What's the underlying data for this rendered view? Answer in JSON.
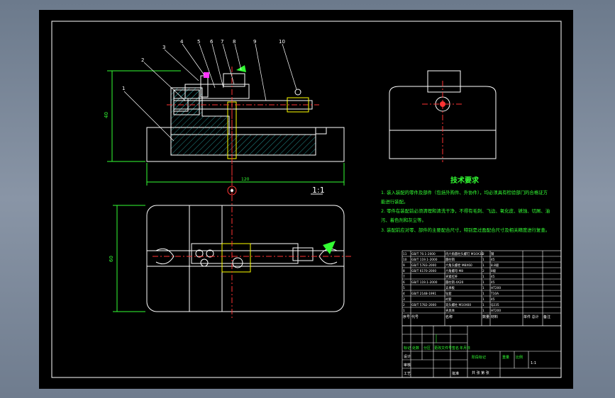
{
  "drawing": {
    "balloon_numbers": [
      "1",
      "2",
      "3",
      "4",
      "5",
      "6",
      "7",
      "8",
      "9",
      "10"
    ],
    "dim_width": "120",
    "dim_height_front": "40",
    "dim_height_plan": "60",
    "scale_mark": "1:1"
  },
  "tech": {
    "title": "技术要求",
    "lines": [
      "1. 装入装配的零件及部件（包括外购件、外协件），均必须具有检验部门的合格证方",
      "能进行装配。",
      "2. 零件在装配前必须清理和清洗干净，不得有毛刺、飞边、氧化皮、锈蚀、切屑、油",
      "污、着色剂和灰尘等。",
      "3. 装配前应对零、部件的主要配合尺寸，特别是过盈配合尺寸及相关精度进行复查。"
    ]
  },
  "bom": {
    "rows": [
      [
        "11",
        "GB/T 70.1-2000",
        "内六角圆柱头螺钉 M10X30",
        "2",
        "钢",
        "",
        ""
      ],
      [
        "10",
        "GB/T 119.1-2000",
        "圆柱销",
        "1",
        "45",
        "",
        ""
      ],
      [
        "9",
        "GB/T 5783-2000",
        "六角头螺栓 M8X60",
        "1",
        "8.8级",
        "",
        ""
      ],
      [
        "8",
        "GB/T 6170-2000",
        "六角螺母 M8",
        "2",
        "8级",
        "",
        ""
      ],
      [
        "7",
        "",
        "夹紧杠杆",
        "1",
        "45",
        "",
        ""
      ],
      [
        "6",
        "GB/T 119.1-2000",
        "圆柱销 4X20",
        "1",
        "45",
        "",
        ""
      ],
      [
        "5",
        "",
        "支承板",
        "1",
        "HT200",
        "",
        ""
      ],
      [
        "4",
        "GB/T 2148-1991",
        "钻套",
        "1",
        "T10A",
        "",
        ""
      ],
      [
        "3",
        "",
        "衬套",
        "1",
        "45",
        "",
        ""
      ],
      [
        "2",
        "GB/T 5782-2000",
        "双头螺柱 M10X60",
        "1",
        "Q235",
        "",
        ""
      ],
      [
        "1",
        "",
        "夹具体",
        "1",
        "HT200",
        "",
        ""
      ]
    ],
    "header": [
      "序号",
      "代号",
      "名称",
      "数量",
      "材料",
      "单件 总计",
      "备注"
    ],
    "weight_label": "重量"
  },
  "title_block": {
    "stage_label": "阶段标记",
    "weight_label": "重量",
    "scale_label": "比例",
    "scale_value": "1:1",
    "sheet_label": "共 张 第 张",
    "labels_left": [
      "标记",
      "处数",
      "分区",
      "更改文件号",
      "签名",
      "年月日"
    ],
    "roles": [
      "设计",
      "审核",
      "工艺",
      "批准"
    ]
  },
  "colors": {
    "line": "#ffffff",
    "green": "#3cff3c",
    "red": "#ff3030",
    "cyan": "#30ffff",
    "yellow": "#ffff40",
    "magenta": "#ff40ff"
  }
}
